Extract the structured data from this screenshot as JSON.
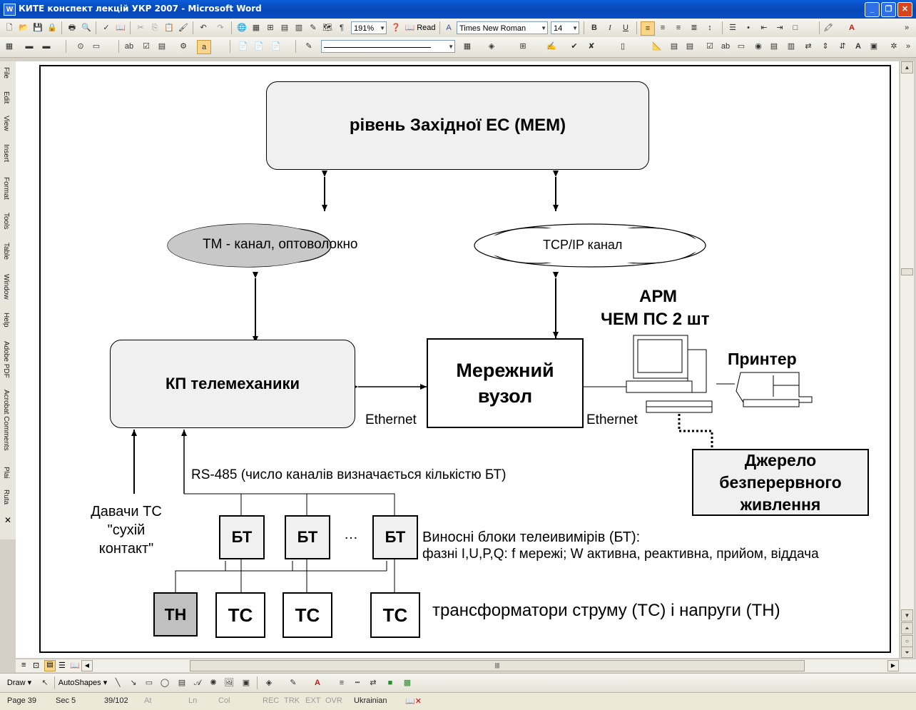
{
  "window": {
    "title": "КИТЕ конспект лекцій УКР 2007 - Microsoft Word",
    "min_symbol": "_",
    "max_symbol": "❐",
    "close_symbol": "✕"
  },
  "toolbar": {
    "zoom": "191%",
    "read_label": "Read",
    "font_name": "Times New Roman",
    "font_size": "14",
    "bold": "B",
    "italic": "I",
    "underline": "U",
    "font_color_label": "A"
  },
  "side_menu": [
    "File",
    "Edit",
    "View",
    "Insert",
    "Format",
    "Tools",
    "Table",
    "Window",
    "Help",
    "Adobe PDF",
    "Acrobat Comments",
    "Plai",
    "Ruta"
  ],
  "side_close": "✕",
  "diagram": {
    "top_box": "рівень Західної ЕС (МЕМ)",
    "cloud_tm": "ТМ - канал, оптоволокно",
    "cloud_tcp": "TCP/IP канал",
    "kp_box": "КП телемеханики",
    "net_node": "Мережний вузол",
    "ethernet_left": "Ethernet",
    "ethernet_right": "Ethernet",
    "arm_line1": "АРМ",
    "arm_line2": "ЧЕМ ПС 2 шт",
    "printer": "Принтер",
    "ups": "Джерело безперервного живлення",
    "rs485": "RS-485 (число каналів визначається кількістю БТ)",
    "sensors_line1": "Давачи ТС",
    "sensors_line2": "\"сухій",
    "sensors_line3": "контакт\"",
    "bt": [
      "БТ",
      "БТ",
      "БТ"
    ],
    "ellipsis": "…",
    "bt_desc_line1": "Виносні блоки телеивимірів (БТ):",
    "bt_desc_line2": "фазні I,U,P,Q: f мережі; W активна, реактивна, прийом, віддача",
    "tn": "ТН",
    "tc": [
      "ТС",
      "ТС",
      "ТС"
    ],
    "transformers": "трансформатори струму (ТС) і напруги (ТН)"
  },
  "drawbar": {
    "draw_label": "Draw",
    "autoshapes_label": "AutoShapes"
  },
  "status": {
    "page": "Page 39",
    "sec": "Sec 5",
    "pages": "39/102",
    "at": "At",
    "ln": "Ln",
    "col": "Col",
    "rec": "REC",
    "trk": "TRK",
    "ext": "EXT",
    "ovr": "OVR",
    "language": "Ukrainian"
  },
  "colors": {
    "titlebar": "#0a5cd8",
    "box_fill": "#f0f0f0",
    "tn_fill": "#c0c0c0",
    "cloud_gray": "#c8c8c8"
  }
}
